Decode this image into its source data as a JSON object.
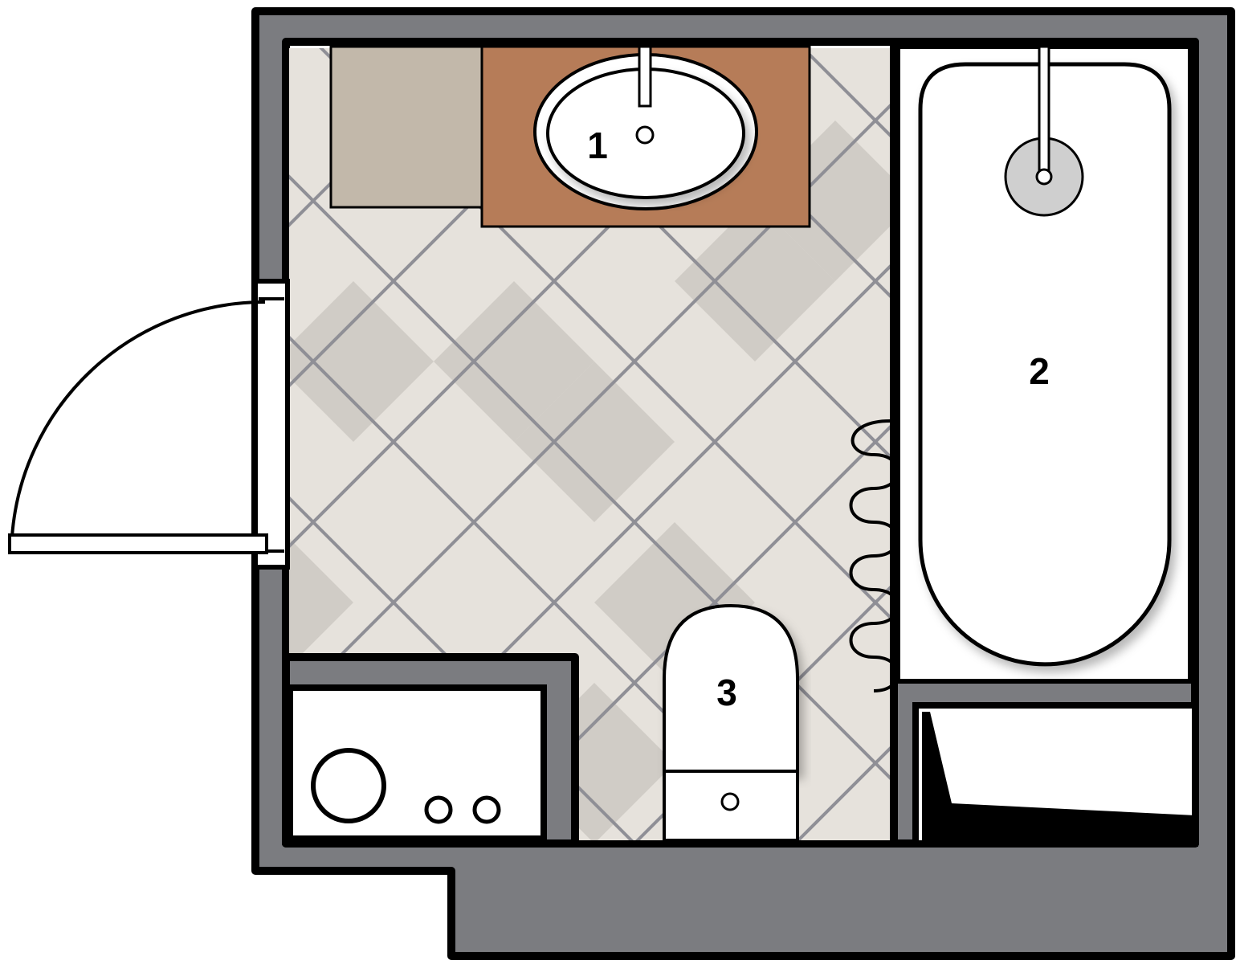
{
  "labels": {
    "sink": "1",
    "bathtub": "2",
    "toilet": "3"
  },
  "colors": {
    "wall": "#7b7c80",
    "outline": "#000000",
    "floor_light": "#e6e2dc",
    "floor_dark": "#d0ccc6",
    "grout": "#8f8f96",
    "counter_wood": "#b67c58",
    "cabinet": "#c2b8aa",
    "fixture_white": "#ffffff",
    "drain_gray": "#cfcfcf"
  },
  "icons": {
    "door": "door-swing-icon",
    "sink": "oval-sink-icon",
    "bathtub": "bathtub-icon",
    "toilet": "toilet-icon",
    "radiator": "heated-towel-rail-icon",
    "washer": "washing-machine-icon",
    "shelf": "wedge-shelf-icon"
  }
}
